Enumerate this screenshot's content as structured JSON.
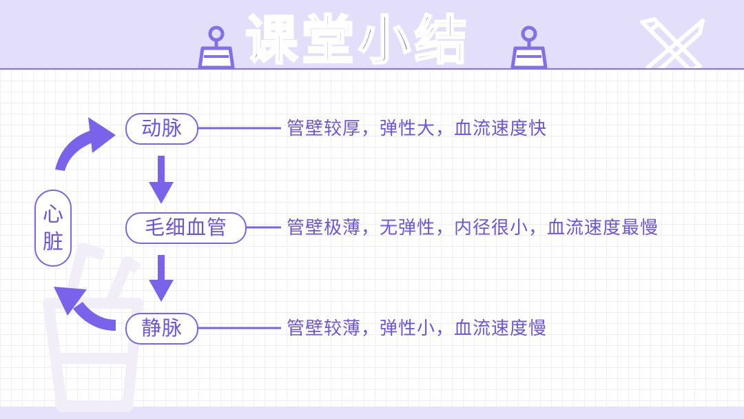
{
  "header": {
    "title": "课堂小结",
    "decorations": [
      "binder-clip-icon",
      "binder-clip-icon",
      "pencil-ruler-icon"
    ]
  },
  "diagram": {
    "heart": "心脏",
    "vessels": [
      {
        "name": "动脉",
        "desc": "管壁较厚，弹性大，血流速度快"
      },
      {
        "name": "毛细血管",
        "desc": "管壁极薄，无弹性，内径很小，血流速度最慢"
      },
      {
        "name": "静脉",
        "desc": "管壁较薄，弹性小，血流速度慢"
      }
    ]
  },
  "colors": {
    "accent": "#7a63ea",
    "text": "#6b55dd",
    "header_bg": "#e3dffa",
    "grid": "#eeeef6"
  }
}
